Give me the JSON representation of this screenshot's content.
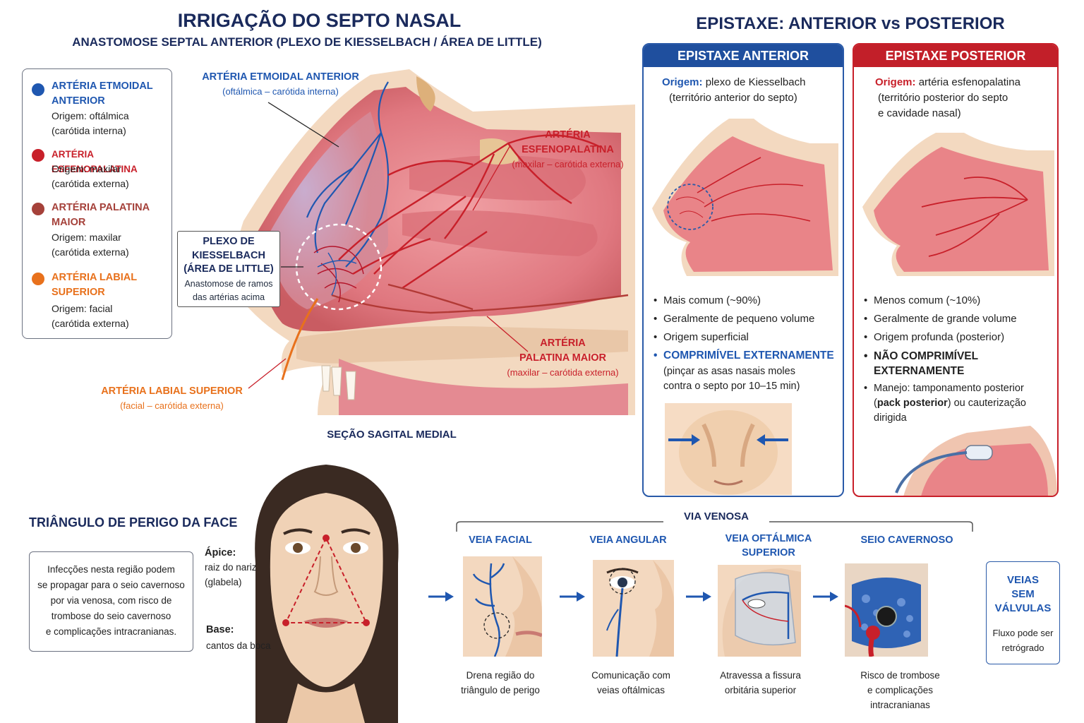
{
  "header": {
    "title": "IRRIGAÇÃO DO SEPTO NASAL",
    "subtitle": "ANASTOMOSE SEPTAL ANTERIOR (PLEXO DE KIESSELBACH / ÁREA DE LITTLE)"
  },
  "legend": {
    "items": [
      {
        "name_line1": "ARTÉRIA ETMOIDAL",
        "name_line2": "ANTERIOR",
        "origin_line1": "Origem: oftálmica",
        "origin_line2": "(carótida interna)",
        "color": "#1f57b0"
      },
      {
        "name_line1": "ARTÉRIA ESFENOPALATINA",
        "name_line2": "",
        "origin_line1": "Origem: maxilar",
        "origin_line2": "(carótida externa)",
        "color": "#c8202a"
      },
      {
        "name_line1": "ARTÉRIA PALATINA",
        "name_line2": "MAIOR",
        "origin_line1": "Origem: maxilar",
        "origin_line2": "(carótida externa)",
        "color": "#a5413a"
      },
      {
        "name_line1": "ARTÉRIA LABIAL",
        "name_line2": "SUPERIOR",
        "origin_line1": "Origem: facial",
        "origin_line2": "(carótida externa)",
        "color": "#e8711c"
      }
    ]
  },
  "anatomy": {
    "etmoidal": {
      "title": "ARTÉRIA ETMOIDAL ANTERIOR",
      "sub": "(oftálmica – carótida interna)"
    },
    "esfeno": {
      "title_line1": "ARTÉRIA",
      "title_line2": "ESFENOPALATINA",
      "sub": "(maxilar – carótida externa)"
    },
    "palatina": {
      "title_line1": "ARTÉRIA",
      "title_line2": "PALATINA MAIOR",
      "sub": "(maxilar – carótida externa)"
    },
    "labial": {
      "title": "ARTÉRIA LABIAL SUPERIOR",
      "sub": "(facial – carótida externa)"
    },
    "kiesselbach": {
      "line1": "PLEXO DE",
      "line2": "KIESSELBACH",
      "line3": "(ÁREA DE LITTLE)",
      "desc1": "Anastomose de ramos",
      "desc2": "das artérias acima"
    },
    "section_label": "SEÇÃO SAGITAL MEDIAL"
  },
  "epistaxe": {
    "title": "EPISTAXE: ANTERIOR vs POSTERIOR",
    "anterior": {
      "header": "EPISTAXE ANTERIOR",
      "origin_label": "Origem:",
      "origin_line1": "plexo de Kiesselbach",
      "origin_line2": "(território anterior do septo)",
      "bullets": [
        "Mais comum (~90%)",
        "Geralmente de pequeno volume",
        "Origem superficial"
      ],
      "highlight": "COMPRIMÍVEL EXTERNAMENTE",
      "highlight_note1": "(pinçar as asas nasais moles",
      "highlight_note2": "contra o septo por 10–15 min)"
    },
    "posterior": {
      "header": "EPISTAXE POSTERIOR",
      "origin_label": "Origem:",
      "origin_line1": "artéria esfenopalatina",
      "origin_line2": "(território posterior do septo",
      "origin_line3": "e cavidade nasal)",
      "bullets": [
        "Menos comum (~10%)",
        "Geralmente de grande volume",
        "Origem profunda (posterior)"
      ],
      "highlight_line1": "NÃO COMPRIMÍVEL",
      "highlight_line2": "EXTERNAMENTE",
      "manejo_line1": "Manejo: tamponamento posterior",
      "manejo_bold": "pack posterior",
      "manejo_line2a": "(",
      "manejo_line2b": ") ou cauterização",
      "manejo_line3": "dirigida"
    }
  },
  "triangle": {
    "title": "TRIÂNGULO DE PERIGO DA FACE",
    "box": [
      "Infecções nesta região podem",
      "se propagar para o seio cavernoso",
      "por via venosa, com risco de",
      "trombose do seio cavernoso",
      "e complicações intracranianas."
    ],
    "apex_label": "Ápice:",
    "apex_1": "raiz do nariz",
    "apex_2": "(glabela)",
    "base_label": "Base:",
    "base_1": "cantos da boca"
  },
  "venous": {
    "label": "VIA VENOSA",
    "steps": [
      {
        "title1": "VEIA FACIAL",
        "title2": "",
        "desc1": "Drena região do",
        "desc2": "triângulo de perigo",
        "desc3": ""
      },
      {
        "title1": "VEIA ANGULAR",
        "title2": "",
        "desc1": "Comunicação com",
        "desc2": "veias oftálmicas",
        "desc3": ""
      },
      {
        "title1": "VEIA OFTÁLMICA",
        "title2": "SUPERIOR",
        "desc1": "Atravessa a fissura",
        "desc2": "orbitária superior",
        "desc3": ""
      },
      {
        "title1": "SEIO CAVERNOSO",
        "title2": "",
        "desc1": "Risco de trombose",
        "desc2": "e complicações",
        "desc3": "intracranianas"
      }
    ],
    "valves": {
      "line1": "VEIAS",
      "line2": "SEM",
      "line3": "VÁLVULAS",
      "desc1": "Fluxo pode ser",
      "desc2": "retrógrado"
    }
  }
}
